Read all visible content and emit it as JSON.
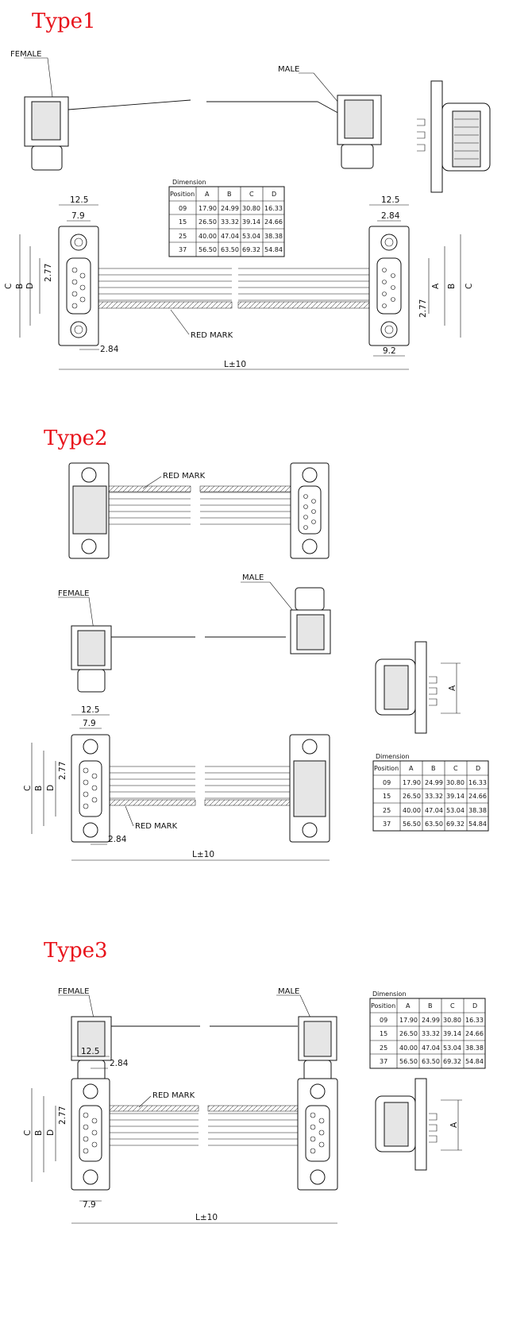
{
  "types": [
    {
      "title": "Type1"
    },
    {
      "title": "Type2"
    },
    {
      "title": "Type3"
    }
  ],
  "labels": {
    "female": "FEMALE",
    "male": "MALE",
    "red_mark": "RED MARK"
  },
  "dims": {
    "w": "12.5",
    "d1": "7.9",
    "pitch_a": "2.84",
    "pitch_b": "2.77",
    "w2": "9.2",
    "len": "L±10",
    "A": "A",
    "B": "B",
    "C": "C",
    "D": "D"
  },
  "dimension_table": {
    "caption": "Dimension",
    "headers": [
      "Position",
      "A",
      "B",
      "C",
      "D"
    ],
    "rows": [
      [
        "09",
        "17.90",
        "24.99",
        "30.80",
        "16.33"
      ],
      [
        "15",
        "26.50",
        "33.32",
        "39.14",
        "24.66"
      ],
      [
        "25",
        "40.00",
        "47.04",
        "53.04",
        "38.38"
      ],
      [
        "37",
        "56.50",
        "63.50",
        "69.32",
        "54.84"
      ]
    ]
  }
}
